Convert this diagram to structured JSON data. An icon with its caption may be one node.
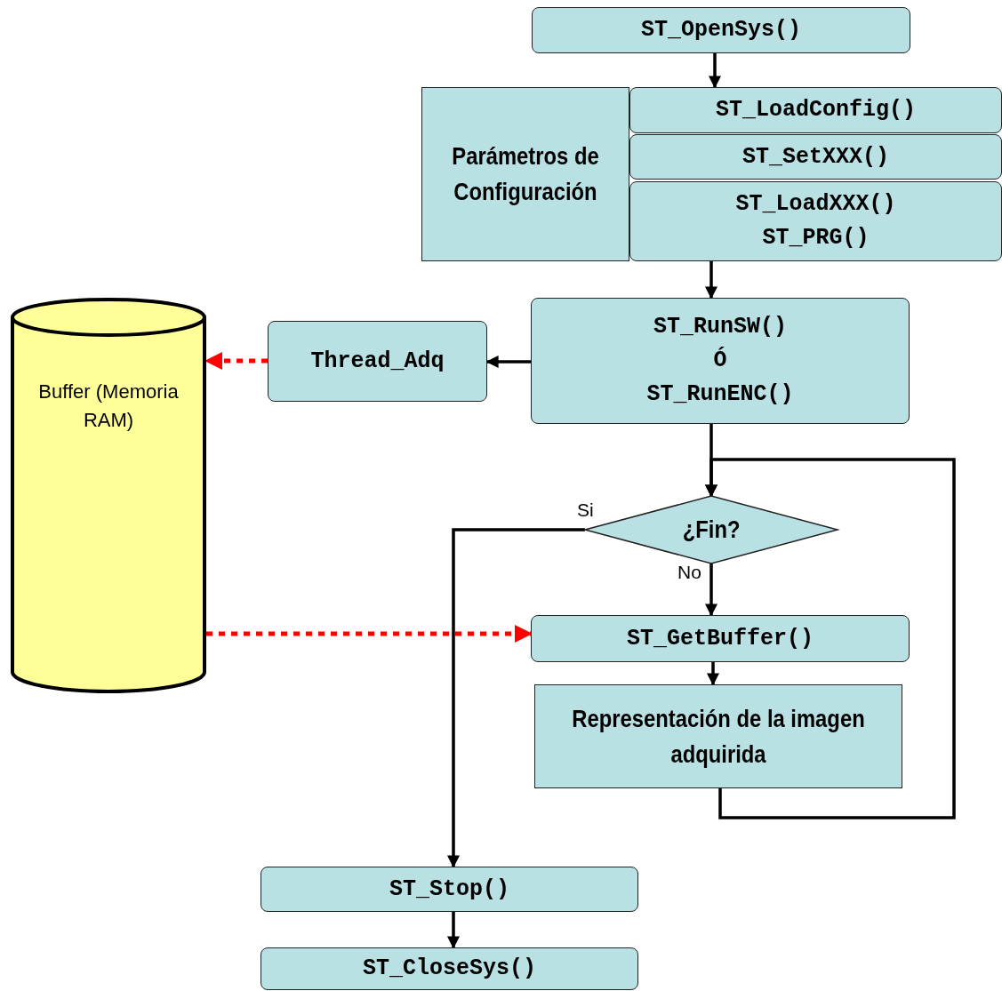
{
  "diagram": {
    "nodes": [
      {
        "text": [
          "ST_OpenSys()"
        ]
      },
      {
        "text": [
          "Parámetros de Configuración"
        ]
      },
      {
        "text": [
          "ST_LoadConfig()"
        ]
      },
      {
        "text": [
          "ST_SetXXX()"
        ]
      },
      {
        "text": [
          "ST_LoadXXX()",
          "ST_PRG()"
        ]
      },
      {
        "text": [
          "ST_RunSW()",
          "Ó",
          "ST_RunENC()"
        ]
      },
      {
        "text": [
          "Thread_Adq"
        ]
      },
      {
        "text": [
          "Buffer (Memoria RAM)"
        ]
      },
      {
        "text": [
          "¿Fin?"
        ]
      },
      {
        "text": [
          "ST_GetBuffer()"
        ]
      },
      {
        "text": [
          "Representación de la imagen adquirida"
        ]
      },
      {
        "text": [
          "ST_Stop()"
        ]
      },
      {
        "text": [
          "ST_CloseSys()"
        ]
      }
    ],
    "edges": [
      {
        "from": 0,
        "to": 2,
        "arrow": "to"
      },
      {
        "from": 4,
        "to": 5,
        "arrow": "to"
      },
      {
        "from": 5,
        "to": 6,
        "arrow": "to"
      },
      {
        "from": 6,
        "to": 7,
        "arrow": "to",
        "style": "dashed",
        "color": "#ff0000"
      },
      {
        "from": 5,
        "to": 8,
        "arrow": "to"
      },
      {
        "from": 8,
        "to": 9,
        "arrow": "to",
        "label": "No"
      },
      {
        "from": 9,
        "to": 10,
        "arrow": "to"
      },
      {
        "from": 10,
        "to": 8,
        "arrow": "to"
      },
      {
        "from": 8,
        "to": 11,
        "arrow": "to",
        "label": "Si"
      },
      {
        "from": 7,
        "to": 9,
        "arrow": "to",
        "style": "dashed",
        "color": "#ff0000"
      },
      {
        "from": 11,
        "to": 12,
        "arrow": "to"
      }
    ]
  }
}
